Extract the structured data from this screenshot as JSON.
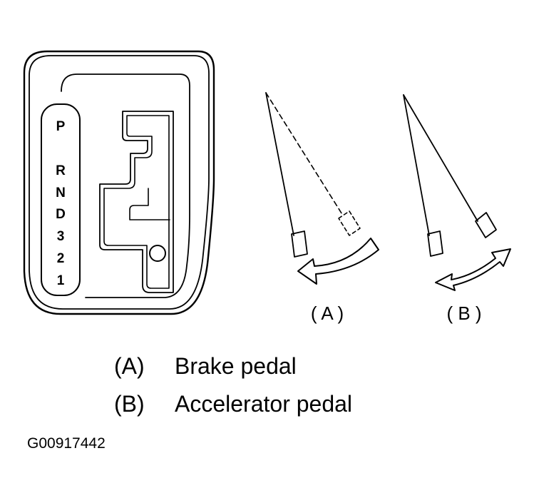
{
  "gear_positions": [
    "P",
    "R",
    "N",
    "D",
    "3",
    "2",
    "1"
  ],
  "pedal_captions": {
    "a": "( A )",
    "b": "( B )"
  },
  "legend": [
    {
      "key": "(A)",
      "text": "Brake pedal"
    },
    {
      "key": "(B)",
      "text": "Accelerator pedal"
    }
  ],
  "figure_id": "G00917442",
  "icons": [
    "shift-lever-gate-icon",
    "brake-pedal-icon",
    "accelerator-pedal-icon",
    "one-way-arrow-icon",
    "two-way-arrow-icon"
  ]
}
